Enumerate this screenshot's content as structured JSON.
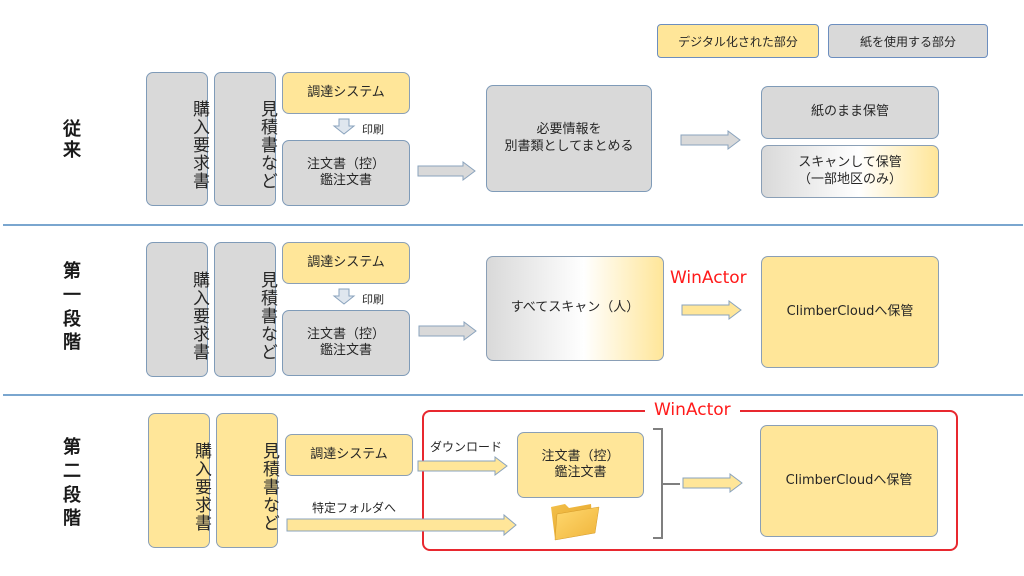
{
  "legend": {
    "digital": {
      "label": "デジタル化された部分",
      "color": "#ffe699"
    },
    "paper": {
      "label": "紙を使用する部分",
      "color": "#d9d9d9"
    }
  },
  "stages": {
    "conventional": {
      "label": "従来",
      "purchase_request": "購入要求書",
      "quote": "見積書など",
      "procurement_system": "調達システム",
      "print_label": "印刷",
      "order_doc_line1": "注文書（控）",
      "order_doc_line2": "鑑注文書",
      "compile_line1": "必要情報を",
      "compile_line2": "別書類としてまとめる",
      "store_paper": "紙のまま保管",
      "scan_store_line1": "スキャンして保管",
      "scan_store_line2": "（一部地区のみ）"
    },
    "phase1": {
      "label": "第一段階",
      "purchase_request": "購入要求書",
      "quote": "見積書など",
      "procurement_system": "調達システム",
      "print_label": "印刷",
      "order_doc_line1": "注文書（控）",
      "order_doc_line2": "鑑注文書",
      "scan_all": "すべてスキャン（人）",
      "robot": "WinActor",
      "cloud_store": "ClimberCloudへ保管"
    },
    "phase2": {
      "label": "第二段階",
      "purchase_request": "購入要求書",
      "quote": "見積書など",
      "procurement_system": "調達システム",
      "download_label": "ダウンロード",
      "folder_label": "特定フォルダへ",
      "order_doc_line1": "注文書（控）",
      "order_doc_line2": "鑑注文書",
      "robot": "WinActor",
      "cloud_store": "ClimberCloudへ保管"
    }
  }
}
